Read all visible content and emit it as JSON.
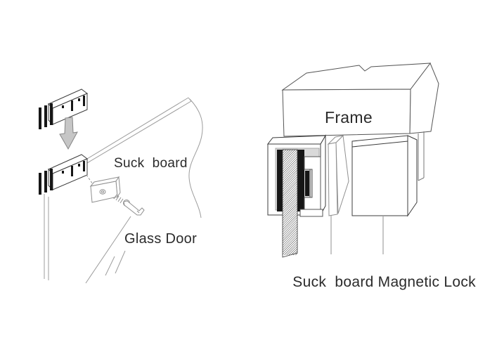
{
  "document_title": "Suck board magnetic lock installation diagram",
  "left_diagram": {
    "description": "Glass door with suck board being installed",
    "labels": {
      "suck_board": "Suck  board",
      "glass_door": "Glass Door"
    },
    "icons": [
      {
        "name": "down-arrow-icon",
        "meaning": "lower suck board onto glass door edge"
      }
    ]
  },
  "right_diagram": {
    "description": "Cross-section of magnetic lock mounted in door frame",
    "labels": {
      "frame": "Frame",
      "suck_board": "Suck  board",
      "magnetic_lock": "Magnetic Lock"
    }
  },
  "colors": {
    "background": "#ffffff",
    "outline_dark": "#3c3c3c",
    "outline_mid": "#555555",
    "line_thin": "#8f8f8f",
    "text": "#2b2b2b",
    "gray_fill": "#d9d9d9",
    "black_fill": "#161616",
    "arrow_fill": "#c6c6c6"
  }
}
